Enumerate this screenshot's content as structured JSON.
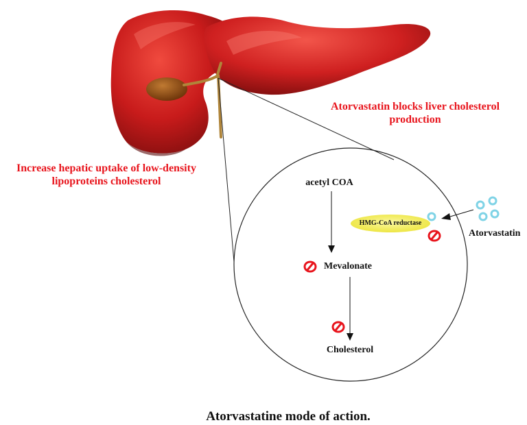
{
  "labels": {
    "blocks_liver": "Atorvastatin blocks liver cholesterol production",
    "hepatic_uptake": "Increase  hepatic uptake of low-density lipoproteins cholesterol",
    "acetyl_coa": "acetyl COA",
    "enzyme": "HMG-CoA reductase",
    "drug": "Atorvastatin",
    "mevalonate": "Mevalonate",
    "cholesterol": "Cholesterol"
  },
  "caption": "Atorvastatine mode of action.",
  "colors": {
    "red_text": "#e8141c",
    "liver": "#c81b1b",
    "gallbladder": "#8a4a14",
    "enzyme_fill": "#f2ee4a",
    "drug_molecule": "#7fd3e6",
    "inhibit_symbol": "#e8141c"
  },
  "icons": {
    "inhibit": "no-symbol-icon",
    "molecule": "drug-molecule-icon",
    "organ": "liver-illustration"
  }
}
